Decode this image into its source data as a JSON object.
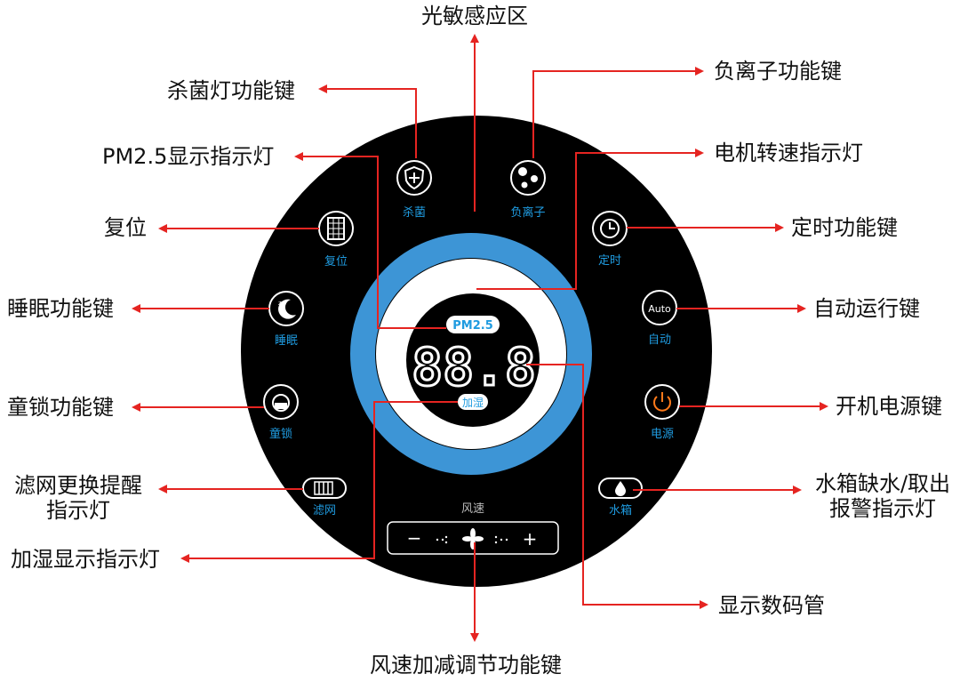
{
  "colors": {
    "panel": "#000000",
    "ring": "#3d95d6",
    "accent": "#1f9be0",
    "button_stroke": "#ffffff",
    "power": "#ff7a1a",
    "arrow": "#e52421",
    "line": "#e52421"
  },
  "buttons": {
    "sterilize": {
      "label": "杀菌",
      "icon": "shield-cross-icon"
    },
    "anion": {
      "label": "负离子",
      "icon": "ion-dots-icon"
    },
    "reset": {
      "label": "复位",
      "icon": "filter-grid-icon"
    },
    "timer": {
      "label": "定时",
      "icon": "clock-icon"
    },
    "sleep": {
      "label": "睡眠",
      "icon": "moon-icon"
    },
    "auto": {
      "label": "自动",
      "badge": "Auto",
      "icon": "auto-icon"
    },
    "child_lock": {
      "label": "童锁",
      "icon": "lock-icon"
    },
    "power": {
      "label": "电源",
      "icon": "power-icon"
    },
    "filter": {
      "label": "滤网",
      "icon": "filter-cartridge-icon"
    },
    "water_tank": {
      "label": "水箱",
      "icon": "water-drop-icon"
    }
  },
  "display": {
    "pm_badge": "PM2.5",
    "digits": "88.8",
    "humidify_badge": "加湿"
  },
  "fan": {
    "label": "风速",
    "minus": "−",
    "plus": "+",
    "icon": "fan-icon"
  },
  "callouts": {
    "light_sensor": "光敏感应区",
    "sterilize_key": "杀菌灯功能键",
    "anion_key": "负离子功能键",
    "pm25_indicator": "PM2.5显示指示灯",
    "motor_speed_indicator": "电机转速指示灯",
    "reset": "复位",
    "timer_key": "定时功能键",
    "sleep_key": "睡眠功能键",
    "auto_key": "自动运行键",
    "child_lock_key": "童锁功能键",
    "power_key": "开机电源键",
    "filter_reminder": "滤网更换提醒\n指示灯",
    "water_tank_alarm": "水箱缺水/取出\n报警指示灯",
    "humidify_indicator": "加湿显示指示灯",
    "digital_tube": "显示数码管",
    "fan_speed_key": "风速加减调节功能键"
  }
}
